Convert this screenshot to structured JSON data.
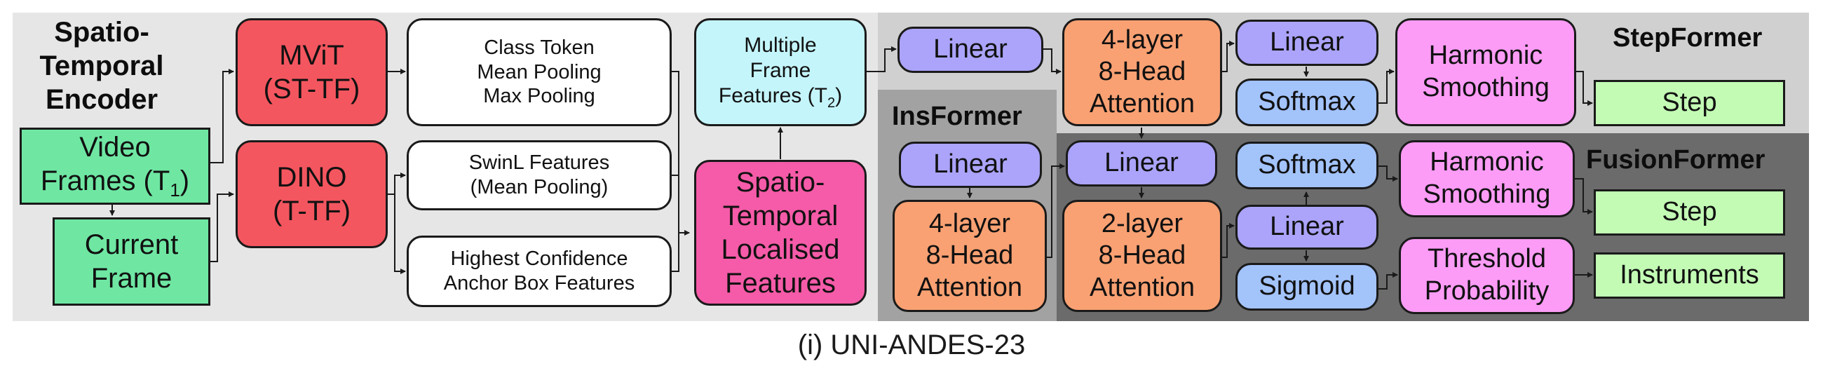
{
  "sections": {
    "encoder": "Spatio-\nTemporal\nEncoder",
    "insformer": "InsFormer",
    "stepformer": "StepFormer",
    "fusionformer": "FusionFormer"
  },
  "boxes": {
    "video_frames": {
      "main": "Video\nFrames (T",
      "sub": "1",
      "tail": ")"
    },
    "current_frame": "Current\nFrame",
    "mvit": "MViT\n(ST-TF)",
    "dino": "DINO\n(T-TF)",
    "class_token": "Class Token\nMean Pooling\nMax Pooling",
    "swinl": "SwinL Features\n(Mean Pooling)",
    "anchor": "Highest Confidence\nAnchor Box Features",
    "multiple_frame": {
      "main": "Multiple\nFrame\nFeatures (T",
      "sub": "2",
      "tail": ")"
    },
    "st_localised": "Spatio-\nTemporal\nLocalised\nFeatures",
    "step_linear": "Linear",
    "step_attention": "4-layer\n8-Head\nAttention",
    "step_linear2": "Linear",
    "step_softmax": "Softmax",
    "step_harmonic": "Harmonic\nSmoothing",
    "step_out": "Step",
    "ins_linear": "Linear",
    "ins_attention": "4-layer\n8-Head\nAttention",
    "fus_linear": "Linear",
    "fus_attention": "2-layer\n8-Head\nAttention",
    "fus_softmax": "Softmax",
    "fus_linear2": "Linear",
    "fus_sigmoid": "Sigmoid",
    "fus_harmonic": "Harmonic\nSmoothing",
    "fus_threshold": "Threshold\nProbability",
    "fus_step": "Step",
    "fus_instruments": "Instruments"
  },
  "caption": "(i) UNI-ANDES-23",
  "colors": {
    "encoder_bg": "#e6e6e6",
    "stepformer_bg": "#d0d0d0",
    "insformer_bg": "#a2a2a2",
    "fusionformer_bg": "#6b6b6b",
    "green": "#6fe7a3",
    "red": "#f4565f",
    "cyan": "#c4f5fb",
    "pink": "#f55ba8",
    "purple": "#aba4fa",
    "orange": "#f9a173",
    "blue": "#a3c3fb",
    "magenta": "#fc9cf6",
    "light_green": "#c3fbb5"
  }
}
